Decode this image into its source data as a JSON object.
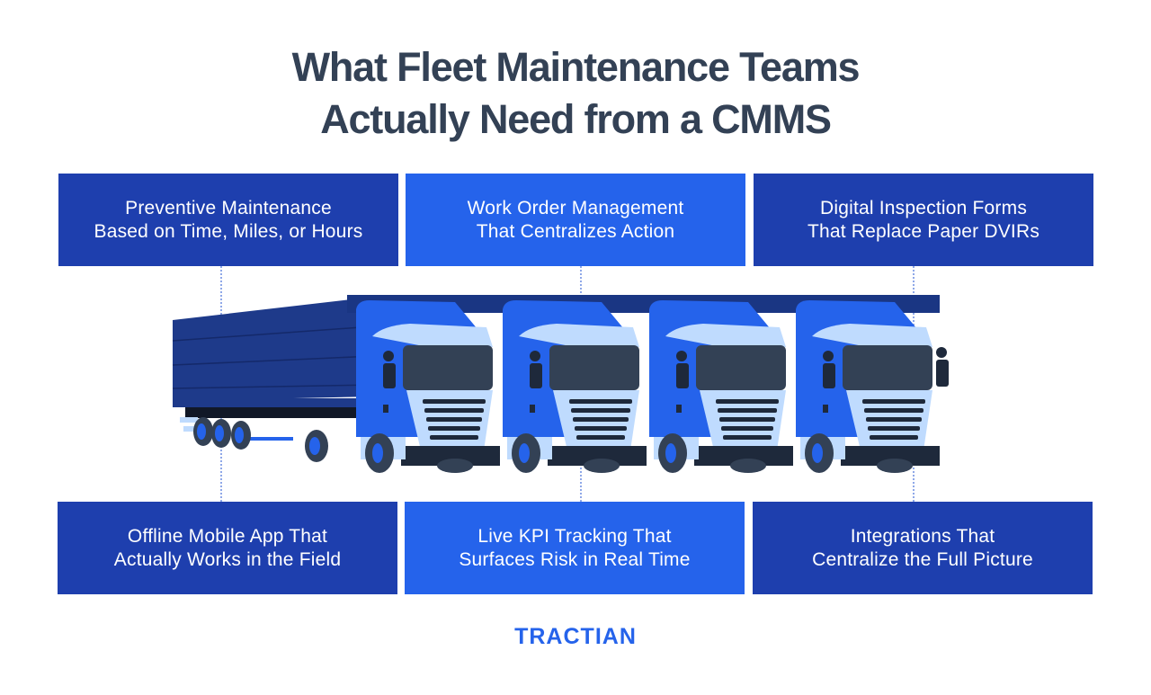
{
  "title": {
    "line1": "What Fleet Maintenance Teams",
    "line2": "Actually Need from a CMMS"
  },
  "features": {
    "top": [
      {
        "line1": "Preventive Maintenance",
        "line2": "Based on Time, Miles, or Hours",
        "color": "#1e3fae"
      },
      {
        "line1": "Work Order Management",
        "line2": "That Centralizes Action",
        "color": "#2563eb"
      },
      {
        "line1": "Digital Inspection Forms",
        "line2": "That Replace Paper DVIRs",
        "color": "#1e3fae"
      }
    ],
    "bottom": [
      {
        "line1": "Offline Mobile App That",
        "line2": "Actually Works in the Field",
        "color": "#1e3fae"
      },
      {
        "line1": "Live KPI Tracking That",
        "line2": "Surfaces Risk in Real Time",
        "color": "#2563eb"
      },
      {
        "line1": "Integrations That",
        "line2": "Centralize the Full Picture",
        "color": "#1e3fae"
      }
    ]
  },
  "illustration": {
    "subject": "fleet-of-four-semi-trucks",
    "colors": {
      "trailer": "#1e3a8a",
      "cab": "#2563eb",
      "light": "#bfdbfe",
      "dark": "#1e293b"
    }
  },
  "brand": {
    "logo_text": "TRACTIAN",
    "color": "#2563eb"
  }
}
